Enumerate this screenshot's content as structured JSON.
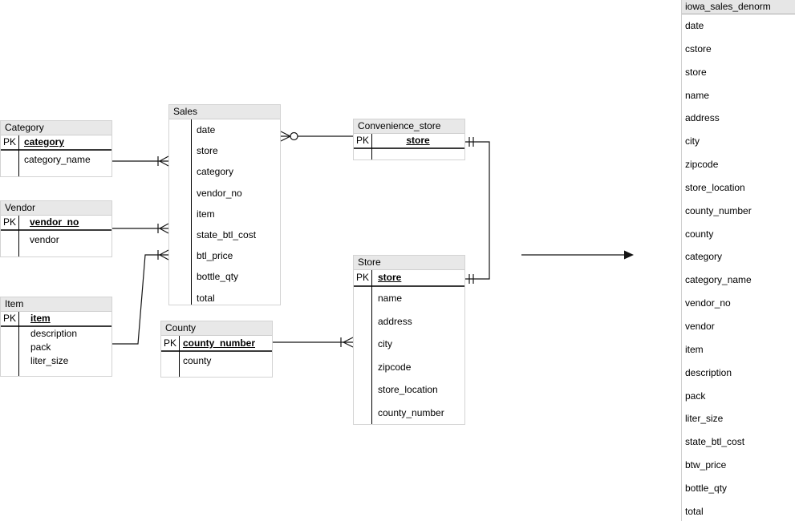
{
  "diagram": {
    "tables": [
      {
        "name": "Category",
        "pk_label": "PK",
        "pk": "category",
        "fields": [
          "category_name"
        ]
      },
      {
        "name": "Vendor",
        "pk_label": "PK",
        "pk": "vendor_no",
        "fields": [
          "vendor"
        ]
      },
      {
        "name": "Item",
        "pk_label": "PK",
        "pk": "item",
        "fields": [
          "description",
          "pack",
          "liter_size"
        ]
      },
      {
        "name": "Sales",
        "pk_label": "",
        "pk": "",
        "fields": [
          "date",
          "store",
          "category",
          "vendor_no",
          "item",
          "state_btl_cost",
          "btl_price",
          "bottle_qty",
          "total"
        ]
      },
      {
        "name": "County",
        "pk_label": "PK",
        "pk": "county_number",
        "fields": [
          "county"
        ]
      },
      {
        "name": "Convenience_store",
        "pk_label": "PK",
        "pk": "store",
        "fields": []
      },
      {
        "name": "Store",
        "pk_label": "PK",
        "pk": "store",
        "fields": [
          "name",
          "address",
          "city",
          "zipcode",
          "store_location",
          "county_number"
        ]
      }
    ],
    "denorm": {
      "title": "iowa_sales_denorm",
      "fields": [
        "date",
        "cstore",
        "store",
        "name",
        "address",
        "city",
        "zipcode",
        "store_location",
        "county_number",
        "county",
        "category",
        "category_name",
        "vendor_no",
        "vendor",
        "item",
        "description",
        "pack",
        "liter_size",
        "state_btl_cost",
        "btw_price",
        "bottle_qty",
        "total"
      ]
    },
    "colors": {
      "header_bg": "#e8e8e8",
      "table_border": "#d3d3d3",
      "line": "#141414"
    }
  }
}
